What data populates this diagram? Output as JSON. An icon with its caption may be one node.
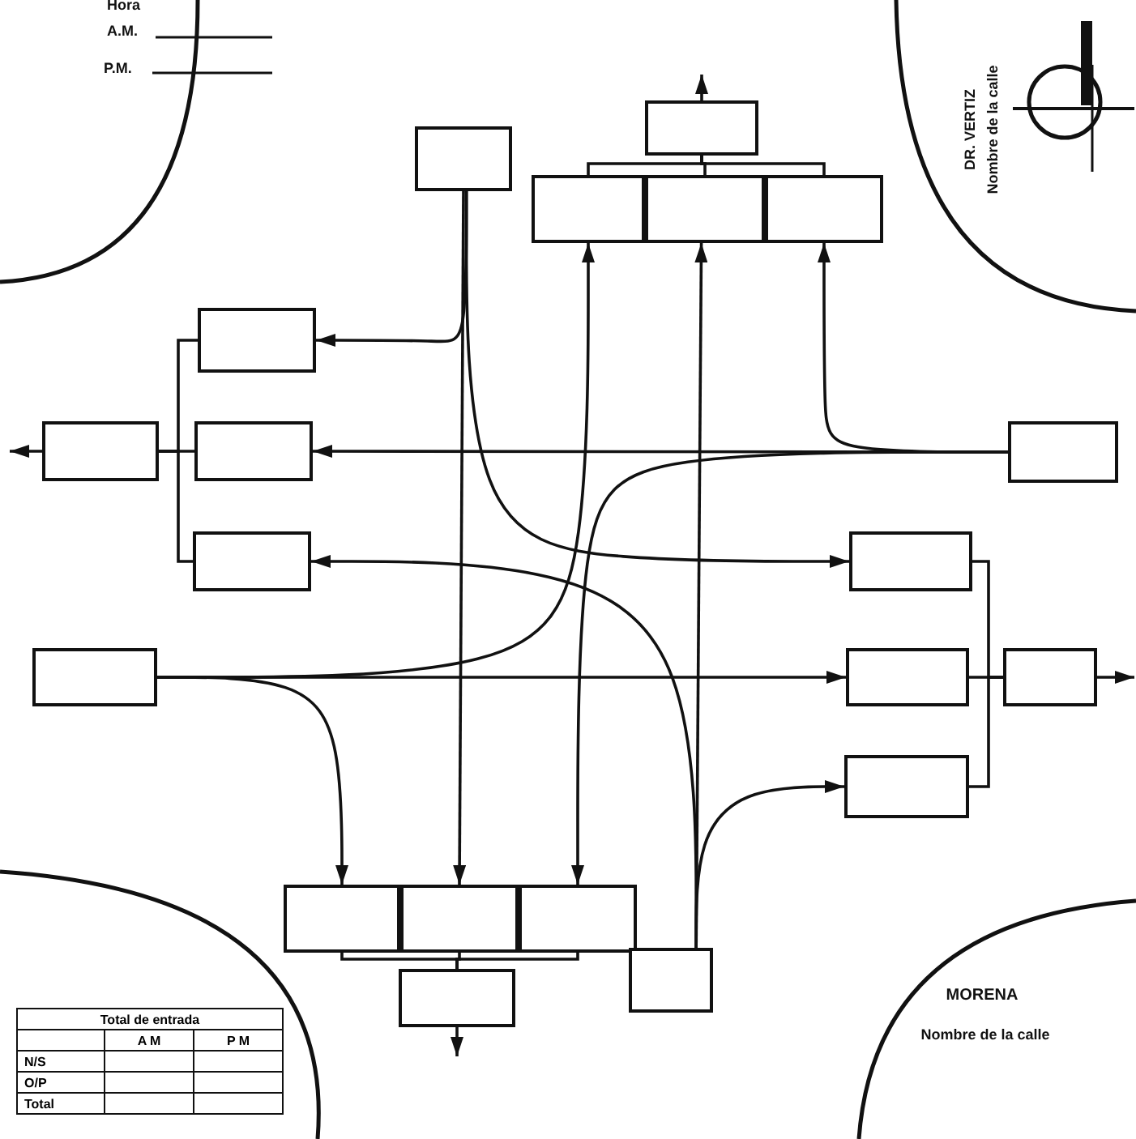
{
  "diagram": {
    "nodes": [
      {
        "text": [],
        "shape": "box"
      },
      {
        "text": [],
        "shape": "box"
      },
      {
        "text": [],
        "shape": "box"
      },
      {
        "text": [],
        "shape": "box"
      },
      {
        "text": [],
        "shape": "box"
      },
      {
        "text": [],
        "shape": "box"
      },
      {
        "text": [],
        "shape": "box"
      },
      {
        "text": [],
        "shape": "box"
      },
      {
        "text": [],
        "shape": "box"
      },
      {
        "text": [],
        "shape": "box"
      },
      {
        "text": [],
        "shape": "box"
      },
      {
        "text": [],
        "shape": "box"
      },
      {
        "text": [],
        "shape": "box"
      },
      {
        "text": [],
        "shape": "box"
      },
      {
        "text": [],
        "shape": "box"
      },
      {
        "text": [],
        "shape": "box"
      },
      {
        "text": [],
        "shape": "box"
      },
      {
        "text": [],
        "shape": "box"
      },
      {
        "text": [],
        "shape": "box"
      },
      {
        "text": [],
        "shape": "box"
      }
    ],
    "edges": [
      {
        "from": 0,
        "to": 5,
        "arrow": "to"
      },
      {
        "from": 0,
        "to": 16,
        "arrow": "to"
      },
      {
        "from": 0,
        "to": 10,
        "arrow": "to"
      },
      {
        "from": 8,
        "to": 7,
        "arrow": "to"
      },
      {
        "from": 8,
        "to": 4,
        "arrow": "to"
      },
      {
        "from": 8,
        "to": 17,
        "arrow": "to"
      },
      {
        "from": 19,
        "to": 3,
        "arrow": "to"
      },
      {
        "from": 19,
        "to": 9,
        "arrow": "to"
      },
      {
        "from": 19,
        "to": 14,
        "arrow": "to"
      },
      {
        "from": 11,
        "to": 12,
        "arrow": "to"
      },
      {
        "from": 11,
        "to": 2,
        "arrow": "to"
      },
      {
        "from": 11,
        "to": 15,
        "arrow": "to"
      },
      {
        "from": 2,
        "to": 1,
        "arrow": "none"
      },
      {
        "from": 3,
        "to": 1,
        "arrow": "none"
      },
      {
        "from": 4,
        "to": 1,
        "arrow": "none"
      },
      {
        "from": 5,
        "to": 6,
        "arrow": "none"
      },
      {
        "from": 7,
        "to": 6,
        "arrow": "none"
      },
      {
        "from": 9,
        "to": 6,
        "arrow": "none"
      },
      {
        "from": 10,
        "to": 13,
        "arrow": "none"
      },
      {
        "from": 12,
        "to": 13,
        "arrow": "none"
      },
      {
        "from": 14,
        "to": 13,
        "arrow": "none"
      },
      {
        "from": 15,
        "to": 18,
        "arrow": "none"
      },
      {
        "from": 16,
        "to": 18,
        "arrow": "none"
      },
      {
        "from": 17,
        "to": 18,
        "arrow": "none"
      },
      {
        "from": 1,
        "to": null,
        "arrow": "to"
      },
      {
        "from": 6,
        "to": null,
        "arrow": "to"
      },
      {
        "from": 13,
        "to": null,
        "arrow": "to"
      },
      {
        "from": 18,
        "to": null,
        "arrow": "to"
      }
    ],
    "labels": [
      "Hora",
      "A.M.",
      "P.M.",
      "DR. VERTIZ",
      "Nombre de la calle",
      "Total de entrada",
      "A M",
      "P M",
      "N/S",
      "O/P",
      "Total",
      "MORENA",
      "Nombre de la calle"
    ]
  }
}
